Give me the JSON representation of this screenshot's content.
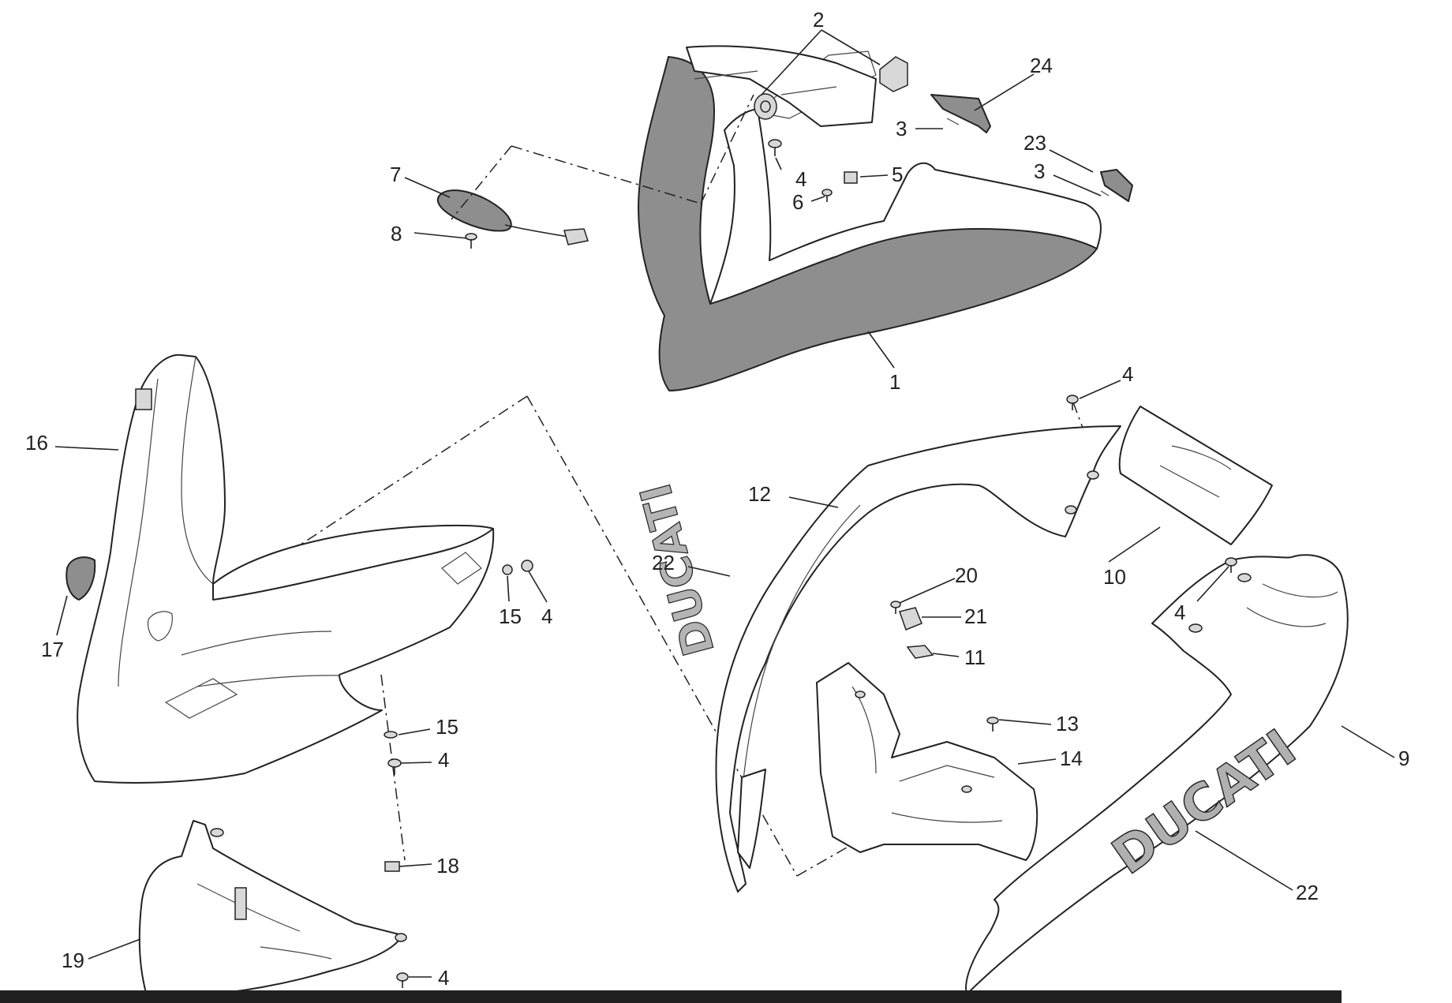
{
  "diagram": {
    "brand_text": "DUCATI",
    "callouts": [
      {
        "id": "c2",
        "label": "2"
      },
      {
        "id": "c24",
        "label": "24"
      },
      {
        "id": "c3a",
        "label": "3"
      },
      {
        "id": "c23",
        "label": "23"
      },
      {
        "id": "c3b",
        "label": "3"
      },
      {
        "id": "c7",
        "label": "7"
      },
      {
        "id": "c4a",
        "label": "4"
      },
      {
        "id": "c5",
        "label": "5"
      },
      {
        "id": "c6",
        "label": "6"
      },
      {
        "id": "c8",
        "label": "8"
      },
      {
        "id": "c1",
        "label": "1"
      },
      {
        "id": "c16",
        "label": "16"
      },
      {
        "id": "c4b",
        "label": "4"
      },
      {
        "id": "c12",
        "label": "12"
      },
      {
        "id": "c22a",
        "label": "22"
      },
      {
        "id": "c10",
        "label": "10"
      },
      {
        "id": "c17",
        "label": "17"
      },
      {
        "id": "c15a",
        "label": "15"
      },
      {
        "id": "c4c",
        "label": "4"
      },
      {
        "id": "c20",
        "label": "20"
      },
      {
        "id": "c21",
        "label": "21"
      },
      {
        "id": "c4d",
        "label": "4"
      },
      {
        "id": "c11",
        "label": "11"
      },
      {
        "id": "c15b",
        "label": "15"
      },
      {
        "id": "c4e",
        "label": "4"
      },
      {
        "id": "c13",
        "label": "13"
      },
      {
        "id": "c14",
        "label": "14"
      },
      {
        "id": "c9",
        "label": "9"
      },
      {
        "id": "c18",
        "label": "18"
      },
      {
        "id": "c22b",
        "label": "22"
      },
      {
        "id": "c19",
        "label": "19"
      },
      {
        "id": "c4f",
        "label": "4"
      }
    ]
  }
}
